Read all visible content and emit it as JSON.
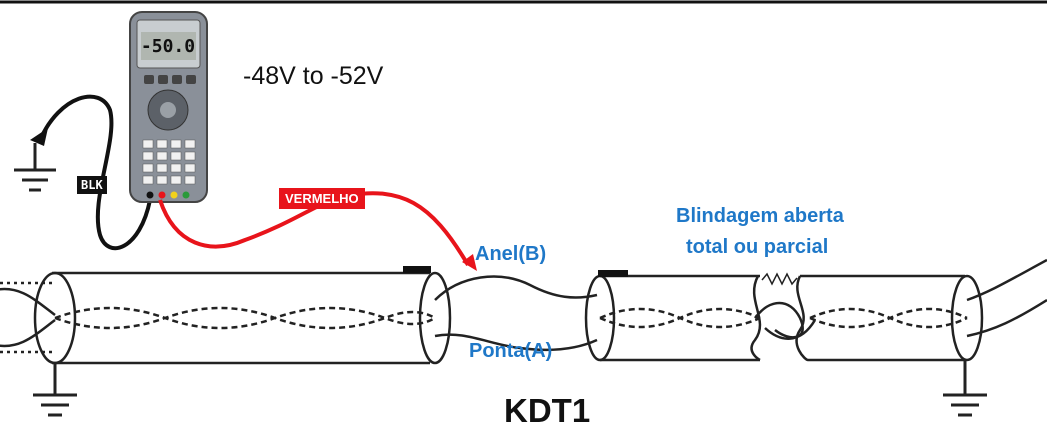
{
  "meter": {
    "reading": "-50.0",
    "range_label": "-48V to -52V"
  },
  "leads": {
    "black_label": "BLK",
    "red_label": "VERMELHO"
  },
  "cable": {
    "ring_label": "Anel(B)",
    "tip_label": "Ponta(A)",
    "shield_fault_line1": "Blindagem aberta",
    "shield_fault_line2": "total ou parcial"
  },
  "caption": "KDT1",
  "colors": {
    "red_lead": "#e8141b",
    "label_blue": "#1f78c8",
    "black": "#111111"
  }
}
